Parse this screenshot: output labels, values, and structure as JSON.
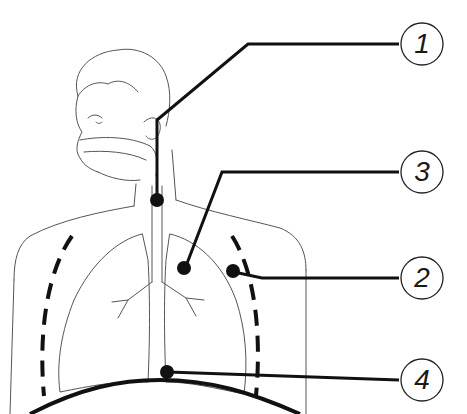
{
  "diagram": {
    "nodes": [
      {
        "text": [
          "1"
        ]
      },
      {
        "text": [
          "3"
        ]
      },
      {
        "text": [
          "2"
        ]
      },
      {
        "text": [
          "4"
        ]
      }
    ]
  }
}
